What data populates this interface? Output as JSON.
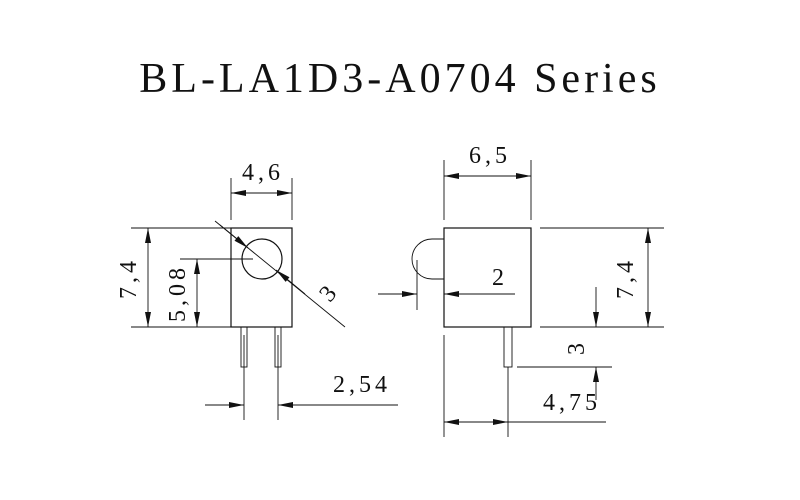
{
  "title": "BL-LA1D3-A0704 Series",
  "front_view": {
    "width": "4,6",
    "height": "7,4",
    "lens_height": "5,08",
    "lens_diameter": "3",
    "pin_pitch": "2,54"
  },
  "side_view": {
    "width": "6,5",
    "lens_protrusion": "2",
    "height": "7,4",
    "pin_length": "3",
    "pin_offset": "4,75"
  }
}
